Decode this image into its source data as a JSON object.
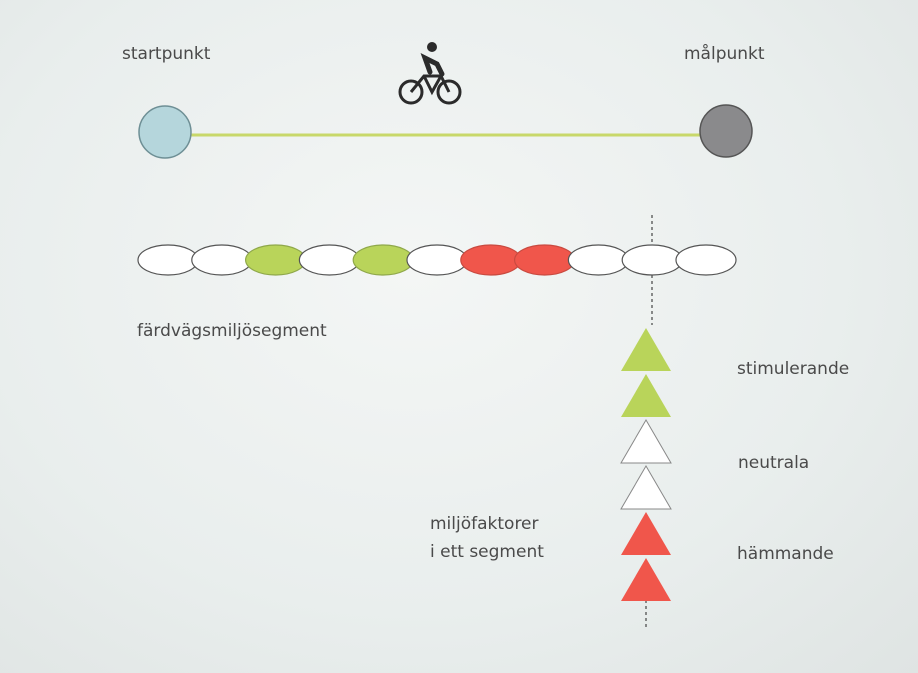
{
  "labels": {
    "start": "startpunkt",
    "goal": "målpunkt",
    "segments": "färdvägsmiljösegment",
    "factors_line1": "miljöfaktorer",
    "factors_line2": "i ett segment",
    "stimulating": "stimulerande",
    "neutral": "neutrala",
    "inhibiting": "hämmande"
  },
  "colors": {
    "start": "#b5d6dc",
    "goal": "#8a8a8c",
    "route": "#c8d86a",
    "stimulating": "#b9d45a",
    "neutral": "#ffffff",
    "inhibiting": "#f0564b"
  },
  "segments": [
    "neutral",
    "neutral",
    "stimulating",
    "neutral",
    "stimulating",
    "neutral",
    "inhibiting",
    "inhibiting",
    "neutral",
    "neutral",
    "neutral"
  ],
  "factors": [
    "stimulating",
    "stimulating",
    "neutral",
    "neutral",
    "inhibiting",
    "inhibiting"
  ],
  "icons": {
    "cyclist": "bicycle-icon"
  }
}
